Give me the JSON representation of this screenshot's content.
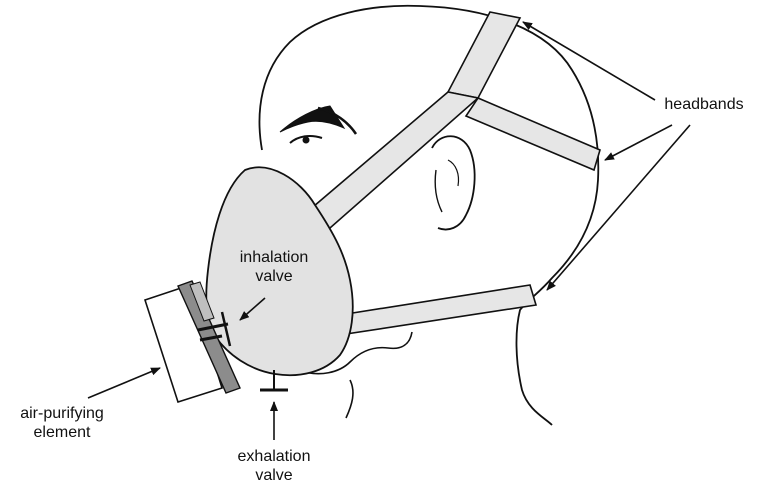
{
  "labels": {
    "headbands": "headbands",
    "inhalation": [
      "inhalation",
      "valve"
    ],
    "air_purifying": [
      "air-purifying",
      "element"
    ],
    "exhalation": [
      "exhalation",
      "valve"
    ]
  },
  "colors": {
    "line": "#111111",
    "mask_fill": "#e2e2e2",
    "band_fill": "#e6e6e6",
    "filter_plate": "#8c8c8c",
    "background": "#ffffff"
  }
}
